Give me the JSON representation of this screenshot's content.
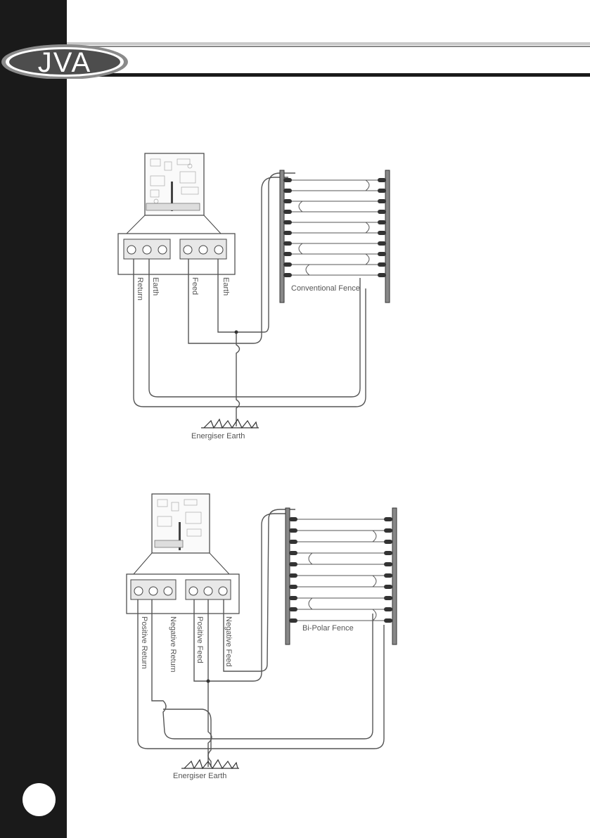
{
  "brand": {
    "logo_text": "JVA"
  },
  "colors": {
    "sidebar": "#1a1a1a",
    "wire": "#555555",
    "accent_line": "#1a1a1a"
  },
  "diagram1": {
    "fence_label": "Conventional Fence",
    "terminals": [
      "Return",
      "Earth",
      "Feed",
      "Earth"
    ],
    "earth_label": "Energiser Earth"
  },
  "diagram2": {
    "fence_label": "Bi-Polar Fence",
    "terminals": [
      "Positive Return",
      "Negative Return",
      "Positive Feed",
      "Negative Feed"
    ],
    "earth_label": "Energiser Earth"
  }
}
